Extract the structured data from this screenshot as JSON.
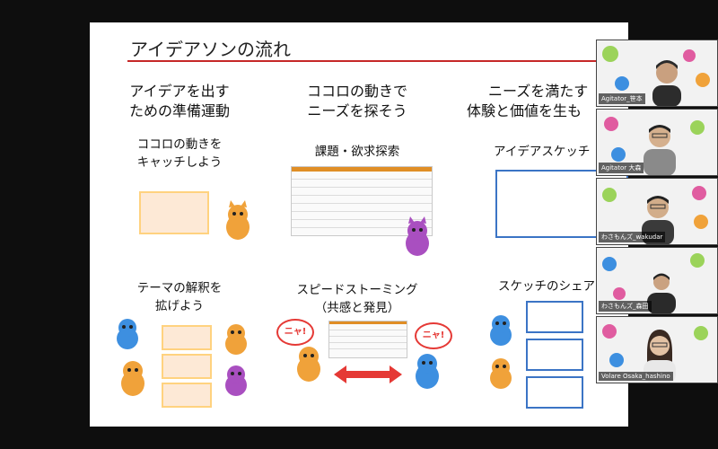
{
  "slide": {
    "title": "アイデアソンの流れ",
    "col1": {
      "heading_lines": [
        "アイデアを出す",
        "ための準備運動"
      ],
      "step1_lines": [
        "ココロの動きを",
        "キャッチしよう"
      ],
      "step2_lines": [
        "テーマの解釈を",
        "拡げよう"
      ]
    },
    "col2": {
      "heading_lines": [
        "ココロの動きで",
        "ニーズを探そう"
      ],
      "step1": "課題・欲求探索",
      "step2_lines": [
        "スピードストーミング",
        "（共感と発見）"
      ],
      "bubble_left": "ニャ!",
      "bubble_right": "ニャ!"
    },
    "col3": {
      "heading_lines": [
        "ニーズを満たす",
        "体験と価値を生も"
      ],
      "step1": "アイデアスケッチ",
      "step2": "スケッチのシェア"
    }
  },
  "participants": [
    {
      "name": "Agitator_笹本"
    },
    {
      "name": "Agitator 大森"
    },
    {
      "name": "わさもんズ_wakudar"
    },
    {
      "name": "わさもんズ_森田"
    },
    {
      "name": "Volare Osaka_hashino"
    }
  ],
  "colors": {
    "accent_red": "#c62828",
    "sheet_orange": "#e08e26",
    "sketch_blue": "#3b74c5",
    "note_fill": "#fde9d6",
    "note_border": "#ffd27f"
  }
}
